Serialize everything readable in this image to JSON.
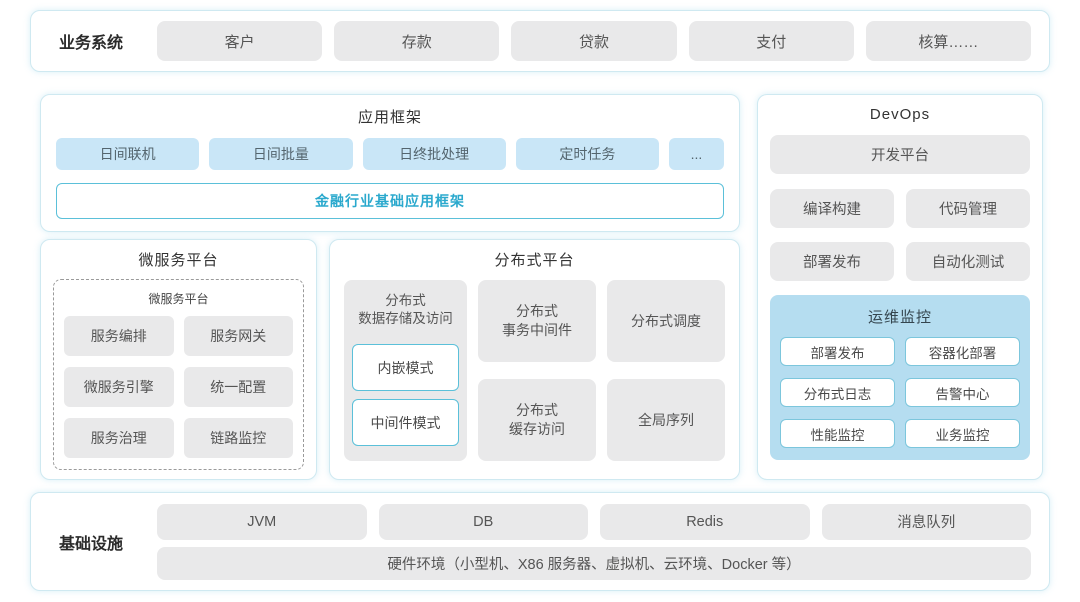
{
  "colors": {
    "panel_border": "#cfe9f1",
    "gray_box": "#e9e9ea",
    "blue_box": "#c9e6f7",
    "monitor_panel_bg": "#b5ddf0",
    "cyan_border": "#5bc0d9",
    "accent_text": "#2ba9cd",
    "box_text": "#555555",
    "title_text": "#333333"
  },
  "business": {
    "label": "业务系统",
    "items": [
      "客户",
      "存款",
      "贷款",
      "支付",
      "核算……"
    ]
  },
  "app_framework": {
    "title": "应用框架",
    "modes": [
      "日间联机",
      "日间批量",
      "日终批处理",
      "定时任务",
      "..."
    ],
    "base_label": "金融行业基础应用框架"
  },
  "devops": {
    "title": "DevOps",
    "platform": "开发平台",
    "tools": [
      "编译构建",
      "代码管理",
      "部署发布",
      "自动化测试"
    ],
    "monitor": {
      "title": "运维监控",
      "items": [
        "部署发布",
        "容器化部署",
        "分布式日志",
        "告警中心",
        "性能监控",
        "业务监控"
      ]
    }
  },
  "microservice": {
    "title": "微服务平台",
    "inner_title": "微服务平台",
    "items": [
      "服务编排",
      "服务网关",
      "微服务引擎",
      "统一配置",
      "服务治理",
      "链路监控"
    ]
  },
  "distributed": {
    "title": "分布式平台",
    "storage_title": "分布式\n数据存储及访问",
    "storage_modes": [
      "内嵌模式",
      "中间件模式"
    ],
    "cells": {
      "transaction": "分布式\n事务中间件",
      "schedule": "分布式调度",
      "cache": "分布式\n缓存访问",
      "sequence": "全局序列"
    }
  },
  "infrastructure": {
    "label": "基础设施",
    "items": [
      "JVM",
      "DB",
      "Redis",
      "消息队列"
    ],
    "hardware": "硬件环境（小型机、X86 服务器、虚拟机、云环境、Docker 等）"
  }
}
